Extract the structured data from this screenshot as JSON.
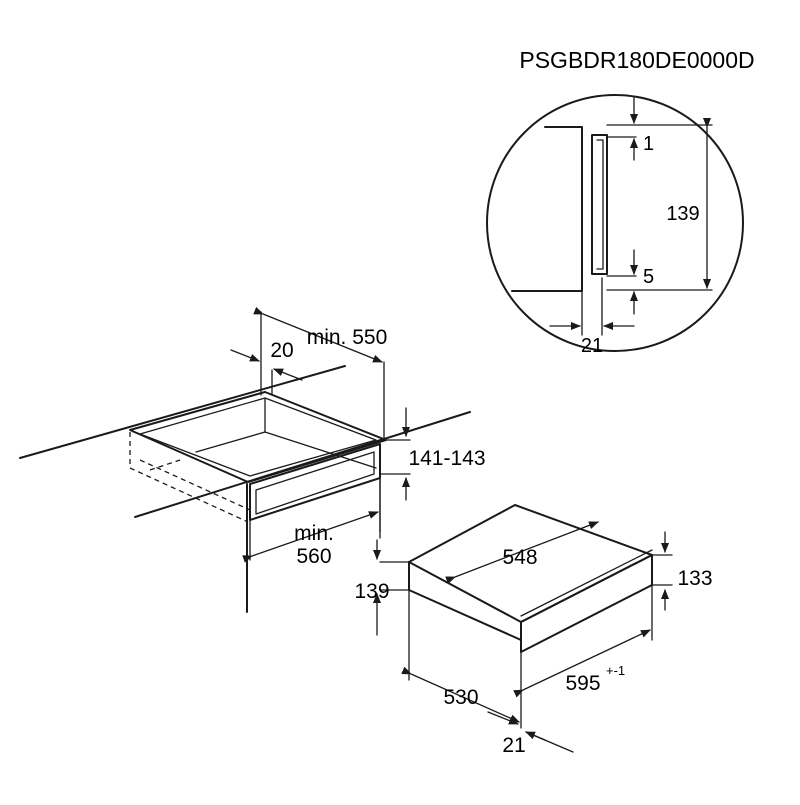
{
  "model_code": "PSGBDR180DE0000D",
  "detail": {
    "gap_top": "1",
    "gap_bottom": "5",
    "height": "139",
    "offset": "21"
  },
  "niche": {
    "depth": "min. 550",
    "front_offset": "20",
    "height": "141-143",
    "width_line1": "min.",
    "width_line2": "560"
  },
  "appliance": {
    "depth_top": "548",
    "front_height": "133",
    "body_height": "139",
    "depth": "530",
    "width": "595",
    "width_tolerance": "+-1",
    "front_thickness": "21"
  }
}
